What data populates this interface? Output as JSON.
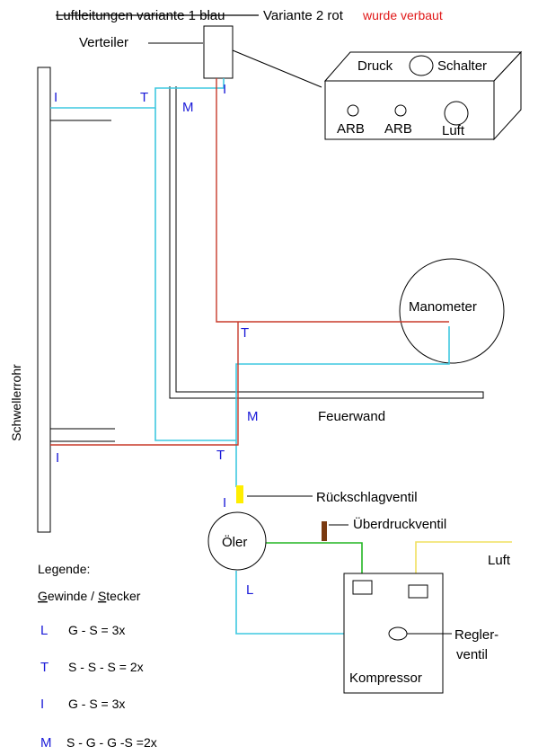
{
  "header": {
    "struck_text": "Luftleitungen variante 1 blau",
    "variant2_text": "Variante 2 rot",
    "built_text": "wurde verbaut"
  },
  "components": {
    "verteiler": "Verteiler",
    "switch_box": {
      "druck": "Druck",
      "schalter": "Schalter",
      "arb1": "ARB",
      "arb2": "ARB",
      "luft": "Luft"
    },
    "manometer": "Manometer",
    "feuerwand": "Feuerwand",
    "schwellerrohr": "Schwellerrohr",
    "rueckschlagventil": "Rückschlagventil",
    "ueberdruckventil": "Überdruckventil",
    "oeler": "Öler",
    "luft_inlet": "Luft",
    "regler_line1": "Regler-",
    "regler_line2": "ventil",
    "kompressor": "Kompressor"
  },
  "fitting_tags": {
    "I": "I",
    "T": "T",
    "M": "M",
    "L": "L"
  },
  "legend": {
    "title": "Legende:",
    "subtitle_g": "G",
    "subtitle_mid": "ewinde / ",
    "subtitle_s": "S",
    "subtitle_end": "tecker",
    "rows": [
      {
        "key": "L",
        "text": "G - S  = 3x"
      },
      {
        "key": "T",
        "text": "S - S - S  = 2x"
      },
      {
        "key": "I",
        "text": "G - S = 3x"
      },
      {
        "key": "M",
        "text": "S - G - G -S  =2x"
      }
    ]
  },
  "colors": {
    "blue_line": "#3fc8e0",
    "red_line": "#c83a2a",
    "green_line": "#22b522",
    "yellow_line": "#f0e060",
    "tag_blue": "#1a1ad8",
    "valve_yellow": "#ffee00",
    "valve_brown": "#7a3a10"
  }
}
